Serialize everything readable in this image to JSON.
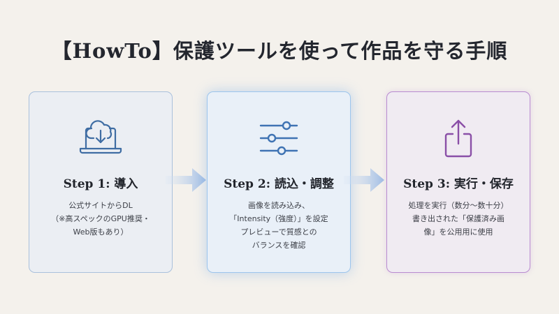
{
  "title": "【HowTo】保護ツールを使って作品を守る手順",
  "steps": [
    {
      "title": "Step 1: 導入",
      "description": "公式サイトからDL\n（※高スペックのGPU推奨・\nWeb版もあり）",
      "icon": "laptop-cloud-download-icon"
    },
    {
      "title": "Step 2: 読込・調整",
      "description": "画像を読み込み、\n「Intensity（強度）」を設定\nプレビューで質感との\nバランスを確認",
      "icon": "sliders-icon"
    },
    {
      "title": "Step 3: 実行・保存",
      "description": "処理を実行（数分〜数十分）\n書き出された「保護済み画\n像」を公用用に使用",
      "icon": "share-upload-icon"
    }
  ],
  "colors": {
    "step1_accent": "#3f6da3",
    "step2_accent": "#3f73b3",
    "step3_accent": "#8a4fa7",
    "arrow": "#aec6e8"
  }
}
